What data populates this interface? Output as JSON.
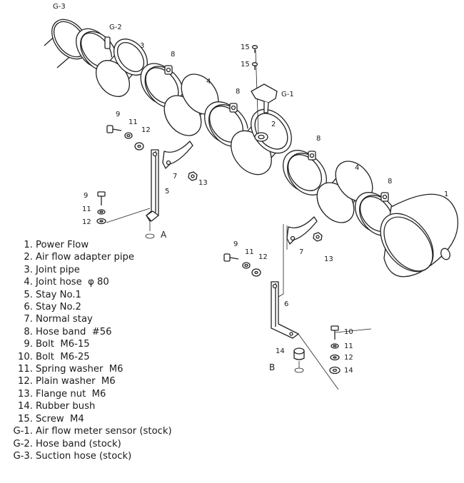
{
  "callouts": {
    "g3": "G-3",
    "g2": "G-2",
    "g1": "G-1",
    "n1": "1",
    "n2": "2",
    "n3": "3",
    "n4a": "4",
    "n4b": "4",
    "n5": "5",
    "n6": "6",
    "n7a": "7",
    "n7b": "7",
    "n8a": "8",
    "n8b": "8",
    "n8c": "8",
    "n8d": "8",
    "n9a": "9",
    "n9b": "9",
    "n9c": "9",
    "n10": "10",
    "n11a": "11",
    "n11b": "11",
    "n11c": "11",
    "n11d": "11",
    "n12a": "12",
    "n12b": "12",
    "n12c": "12",
    "n12d": "12",
    "n13a": "13",
    "n13b": "13",
    "n14a": "14",
    "n14b": "14",
    "n15a": "15",
    "n15b": "15",
    "viewA": "A",
    "viewB": "B"
  },
  "parts": [
    {
      "num": "1.",
      "name": "Power Flow"
    },
    {
      "num": "2.",
      "name": "Air flow adapter pipe"
    },
    {
      "num": "3.",
      "name": "Joint pipe"
    },
    {
      "num": "4.",
      "name": "Joint hose  φ 80"
    },
    {
      "num": "5.",
      "name": "Stay No.1"
    },
    {
      "num": "6.",
      "name": "Stay No.2"
    },
    {
      "num": "7.",
      "name": "Normal stay"
    },
    {
      "num": "8.",
      "name": "Hose band  #56"
    },
    {
      "num": "9.",
      "name": "Bolt  M6-15"
    },
    {
      "num": "10.",
      "name": "Bolt  M6-25"
    },
    {
      "num": "11.",
      "name": "Spring washer  M6"
    },
    {
      "num": "12.",
      "name": "Plain washer  M6"
    },
    {
      "num": "13.",
      "name": "Flange nut  M6"
    },
    {
      "num": "14.",
      "name": "Rubber bush"
    },
    {
      "num": "15.",
      "name": "Screw  M4"
    },
    {
      "num": "G-1.",
      "name": "Air flow meter sensor (stock)"
    },
    {
      "num": "G-2.",
      "name": "Hose band (stock)"
    },
    {
      "num": "G-3.",
      "name": "Suction hose (stock)"
    }
  ]
}
